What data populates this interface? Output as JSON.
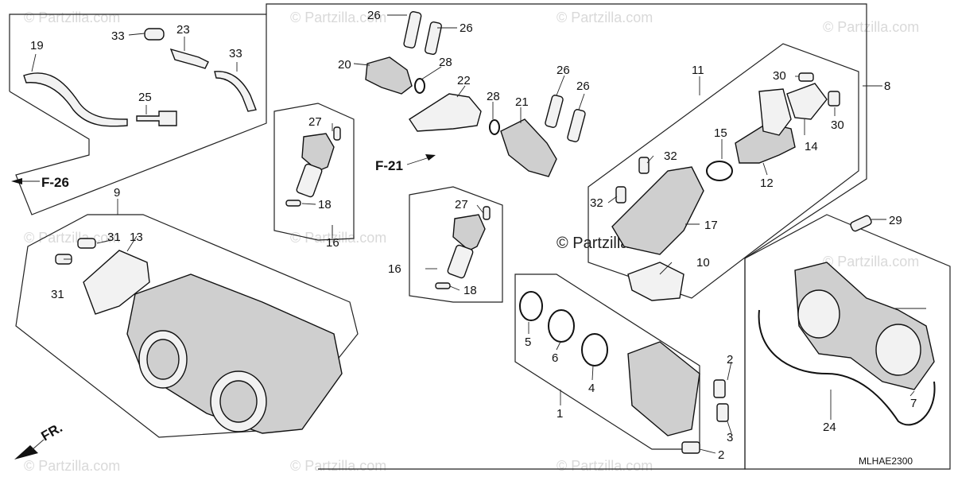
{
  "watermark": {
    "text": "© Partzilla.com",
    "center_text": "© Partzilla.com"
  },
  "refs": {
    "f26": "F-26",
    "f21": "F-21",
    "fr": "FR."
  },
  "diagram_code": "MLHAE2300",
  "callouts": {
    "c1": "1",
    "c2a": "2",
    "c2b": "2",
    "c3": "3",
    "c4": "4",
    "c5": "5",
    "c6": "6",
    "c7": "7",
    "c8": "8",
    "c9": "9",
    "c10": "10",
    "c11": "11",
    "c12": "12",
    "c13": "13",
    "c14": "14",
    "c15": "15",
    "c16a": "16",
    "c16b": "16",
    "c17": "17",
    "c18a": "18",
    "c18b": "18",
    "c19": "19",
    "c20": "20",
    "c21": "21",
    "c22": "22",
    "c23": "23",
    "c24": "24",
    "c25": "25",
    "c26a": "26",
    "c26b": "26",
    "c26c": "26",
    "c26d": "26",
    "c27a": "27",
    "c27b": "27",
    "c28a": "28",
    "c28b": "28",
    "c29": "29",
    "c30a": "30",
    "c30b": "30",
    "c31a": "31",
    "c31b": "31",
    "c32a": "32",
    "c32b": "32",
    "c33a": "33",
    "c33b": "33"
  }
}
